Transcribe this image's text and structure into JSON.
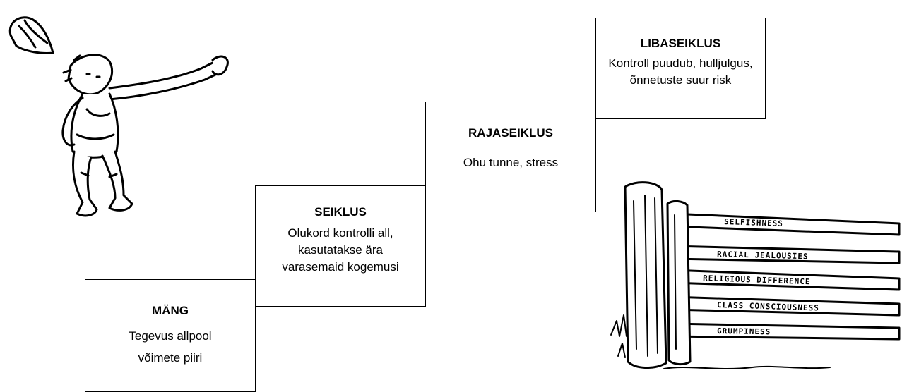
{
  "steps": [
    {
      "id": "mang",
      "title": "MÄNG",
      "description": "Tegevus allpool\nvõimete piiri"
    },
    {
      "id": "seiklus",
      "title": "SEIKLUS",
      "description": "Olukord  kontrolli all,\nkasutatakse  ära\nvarasemaid kogemusi"
    },
    {
      "id": "rajaseiklus",
      "title": "RAJASEIKLUS",
      "description": "Ohu  tunne, stress"
    },
    {
      "id": "libaseiklus",
      "title": "LIBASEIKLUS",
      "description": "Kontroll  puudub, hulljulgus,\nõnnetuste suur risk"
    }
  ],
  "illustrations": {
    "jumping_figure": {
      "icon": "jumping-man-icon"
    },
    "fence": {
      "icon": "wooden-fence-icon",
      "rail_labels": [
        "SELFISHNESS",
        "RACIAL JEALOUSIES",
        "RELIGIOUS DIFFERENCE",
        "CLASS CONSCIOUSNESS",
        "GRUMPINESS"
      ]
    }
  }
}
